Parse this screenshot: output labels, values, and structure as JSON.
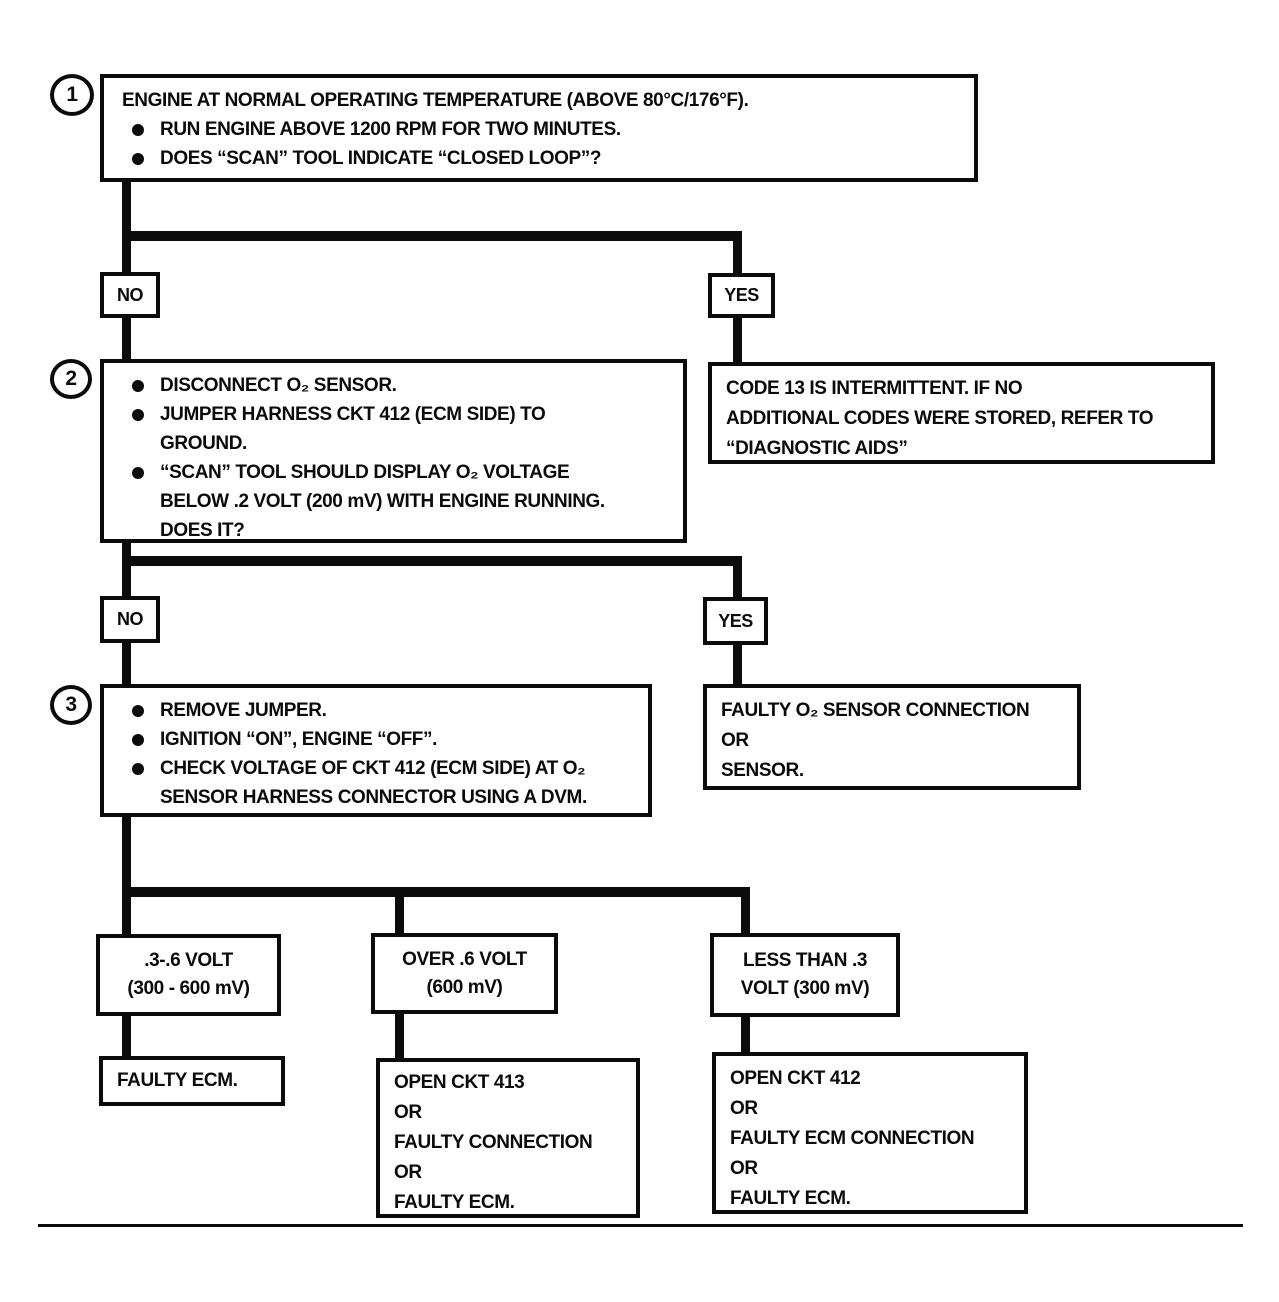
{
  "colors": {
    "ink": "#0b0b0b",
    "paper": "#ffffff"
  },
  "flowchart": {
    "step1": {
      "number": "1",
      "intro": "ENGINE AT NORMAL OPERATING TEMPERATURE (ABOVE 80°C/176°F).",
      "bullets": [
        [
          "RUN ENGINE ABOVE 1200 RPM FOR TWO MINUTES."
        ],
        [
          "DOES “SCAN” TOOL INDICATE “CLOSED LOOP”?"
        ]
      ]
    },
    "decision1": {
      "no": "NO",
      "yes": "YES"
    },
    "step2": {
      "number": "2",
      "bullets": [
        [
          "DISCONNECT O₂ SENSOR."
        ],
        [
          "JUMPER HARNESS CKT 412 (ECM SIDE) TO",
          "GROUND."
        ],
        [
          "“SCAN” TOOL SHOULD DISPLAY O₂ VOLTAGE",
          "BELOW .2  VOLT (200 mV) WITH ENGINE RUNNING.",
          "DOES IT?"
        ]
      ]
    },
    "code13_lines": [
      "CODE 13 IS INTERMITTENT.  IF NO",
      "ADDITIONAL CODES WERE STORED, REFER TO",
      "“DIAGNOSTIC AIDS”"
    ],
    "decision2": {
      "no": "NO",
      "yes": "YES"
    },
    "step3": {
      "number": "3",
      "bullets": [
        [
          "REMOVE JUMPER."
        ],
        [
          "IGNITION “ON”,  ENGINE  “OFF”."
        ],
        [
          "CHECK VOLTAGE OF CKT 412 (ECM SIDE) AT O₂",
          "SENSOR HARNESS CONNECTOR USING A DVM."
        ]
      ]
    },
    "faulty_o2_lines": [
      "FAULTY O₂ SENSOR CONNECTION",
      "OR",
      "SENSOR."
    ],
    "voltage_mid_lines": [
      ".3-.6 VOLT",
      "(300 - 600 mV)"
    ],
    "voltage_over_lines": [
      "OVER .6  VOLT",
      "(600 mV)"
    ],
    "voltage_low_lines": [
      "LESS THAN .3",
      "VOLT (300 mV)"
    ],
    "result_faulty_ecm_lines": [
      "FAULTY ECM."
    ],
    "result_ckt413_lines": [
      "OPEN CKT 413",
      "OR",
      "FAULTY CONNECTION",
      "OR",
      "FAULTY ECM."
    ],
    "result_ckt412_lines": [
      "OPEN CKT  412",
      "OR",
      "FAULTY ECM CONNECTION",
      "OR",
      "FAULTY ECM."
    ]
  }
}
